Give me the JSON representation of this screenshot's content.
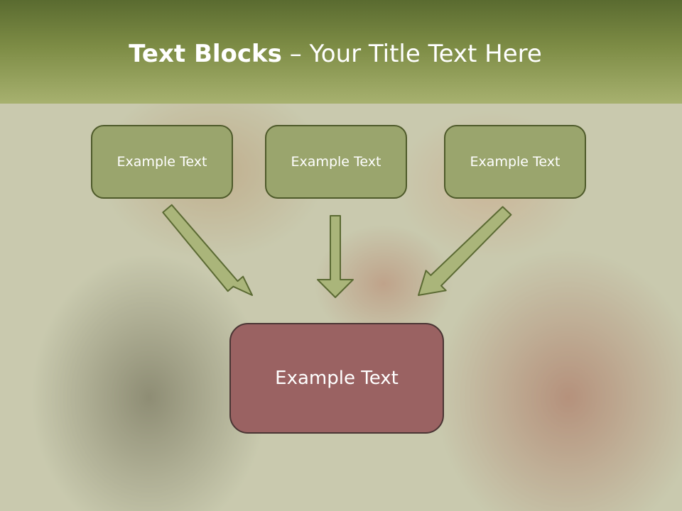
{
  "title": {
    "bold": "Text Blocks",
    "separator": " – ",
    "rest": "Your Title Text Here"
  },
  "boxes": [
    {
      "label": "Example Text"
    },
    {
      "label": "Example Text"
    },
    {
      "label": "Example Text"
    }
  ],
  "target_box": {
    "label": "Example Text"
  },
  "colors": {
    "title_bar_top": "#5a6b30",
    "title_bar_bottom": "#a7b16f",
    "box_fill": "#9aa56d",
    "box_border": "#4e5a2a",
    "target_fill": "#9a6262",
    "target_border": "#4a3534",
    "arrow_fill": "#aab57a",
    "arrow_stroke": "#5b6a33"
  }
}
